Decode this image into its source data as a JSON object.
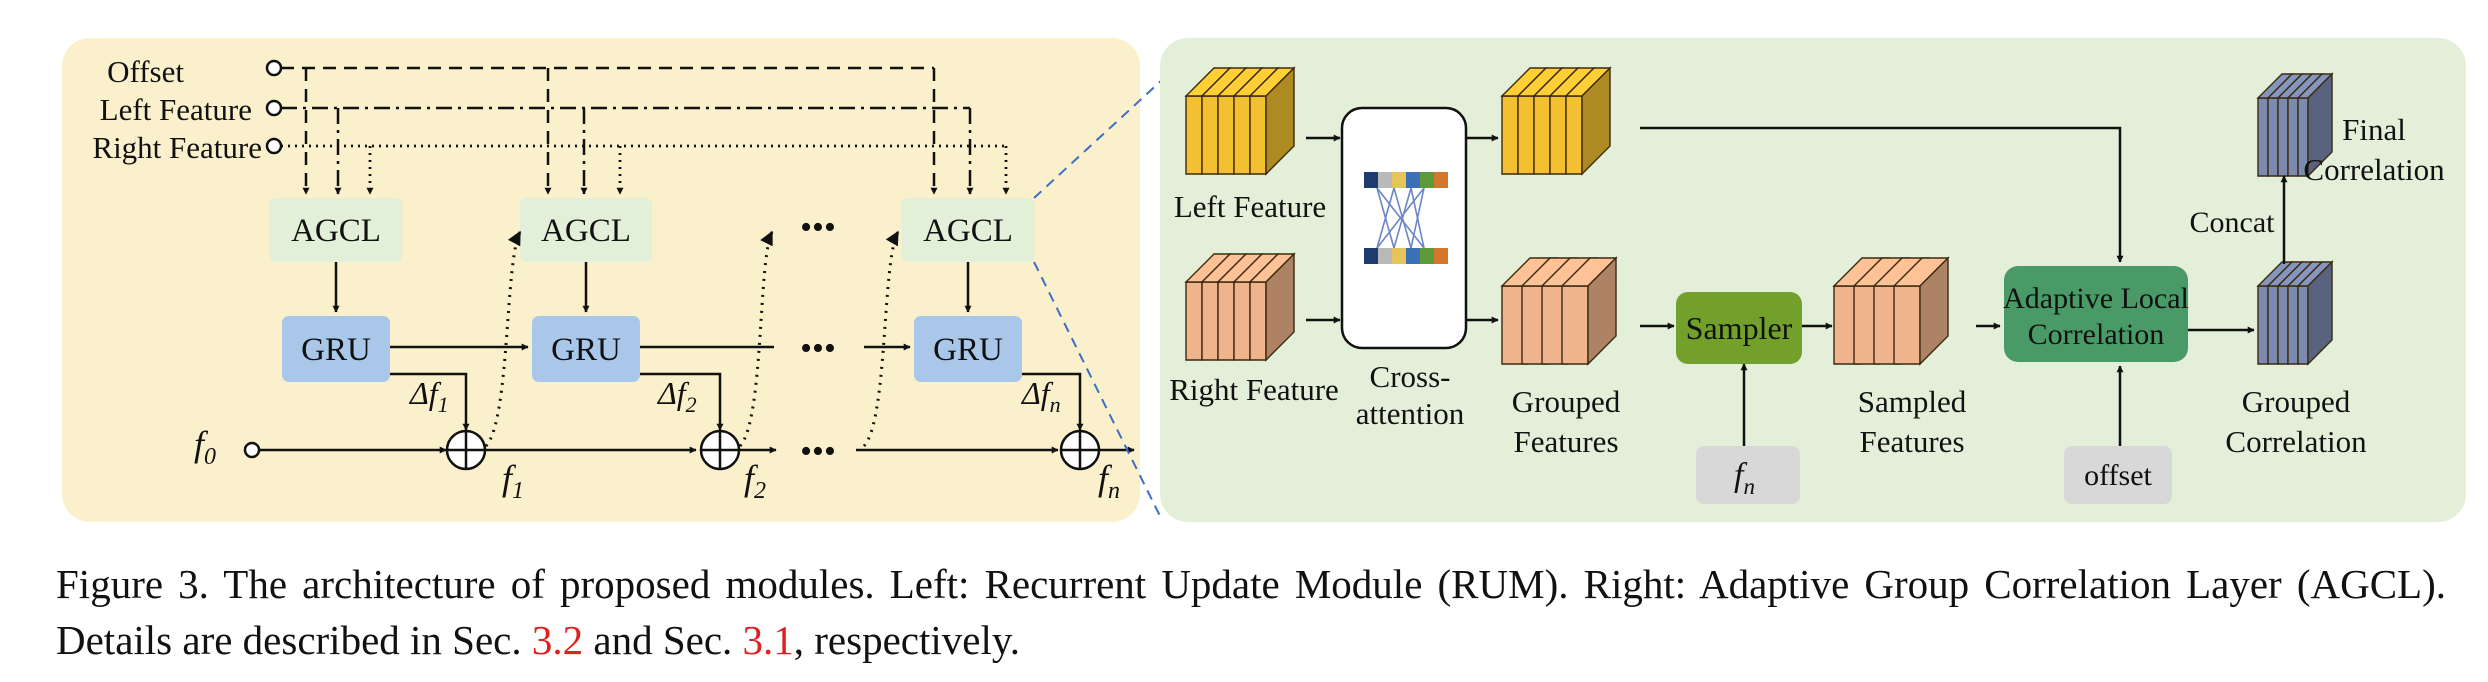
{
  "rum": {
    "inputs": {
      "offset": "Offset",
      "left_feature": "Left Feature",
      "right_feature": "Right Feature"
    },
    "agcl_label": "AGCL",
    "gru_label": "GRU",
    "ellipsis": "•••",
    "f0": {
      "base": "f",
      "sub": "0"
    },
    "f1": {
      "base": "f",
      "sub": "1"
    },
    "f2": {
      "base": "f",
      "sub": "2"
    },
    "fn": {
      "base": "f",
      "sub": "n"
    },
    "df1": {
      "base": "Δf",
      "sub": "1"
    },
    "df2": {
      "base": "Δf",
      "sub": "2"
    },
    "dfn": {
      "base": "Δf",
      "sub": "n"
    }
  },
  "agcl": {
    "left_feature": "Left Feature",
    "right_feature": "Right Feature",
    "cross_attention_l1": "Cross-",
    "cross_attention_l2": "attention",
    "grouped_features_l1": "Grouped",
    "grouped_features_l2": "Features",
    "sampler": "Sampler",
    "sampled_features_l1": "Sampled",
    "sampled_features_l2": "Features",
    "alc_l1": "Adaptive Local",
    "alc_l2": "Correlation",
    "fn": {
      "base": "f",
      "sub": "n"
    },
    "offset": "offset",
    "grouped_correlation_l1": "Grouped",
    "grouped_correlation_l2": "Correlation",
    "concat": "Concat",
    "final_correlation_l1": "Final",
    "final_correlation_l2": "Correlation"
  },
  "colors": {
    "left_panel_bg": "#fbf0cc",
    "right_panel_bg": "#e4efd9",
    "agcl_box": "#e2efd9",
    "gru_box": "#a9c7e8",
    "sampler_box": "#72a02b",
    "alc_box": "#4a9a68",
    "input_box": "#d8d8d8",
    "yellow_feature": "#f2c031",
    "peach_feature": "#f0b48c",
    "slate_feature": "#7c8ab0"
  },
  "caption": {
    "text_a": "Figure 3.  The architecture of proposed modules.  Left:  Recurrent Update Module (RUM). Right:  Adaptive Group Correlation Layer (AGCL). Details are described in Sec. ",
    "ref_a": "3.2",
    "text_b": " and Sec. ",
    "ref_b": "3.1",
    "text_c": ", respectively."
  }
}
